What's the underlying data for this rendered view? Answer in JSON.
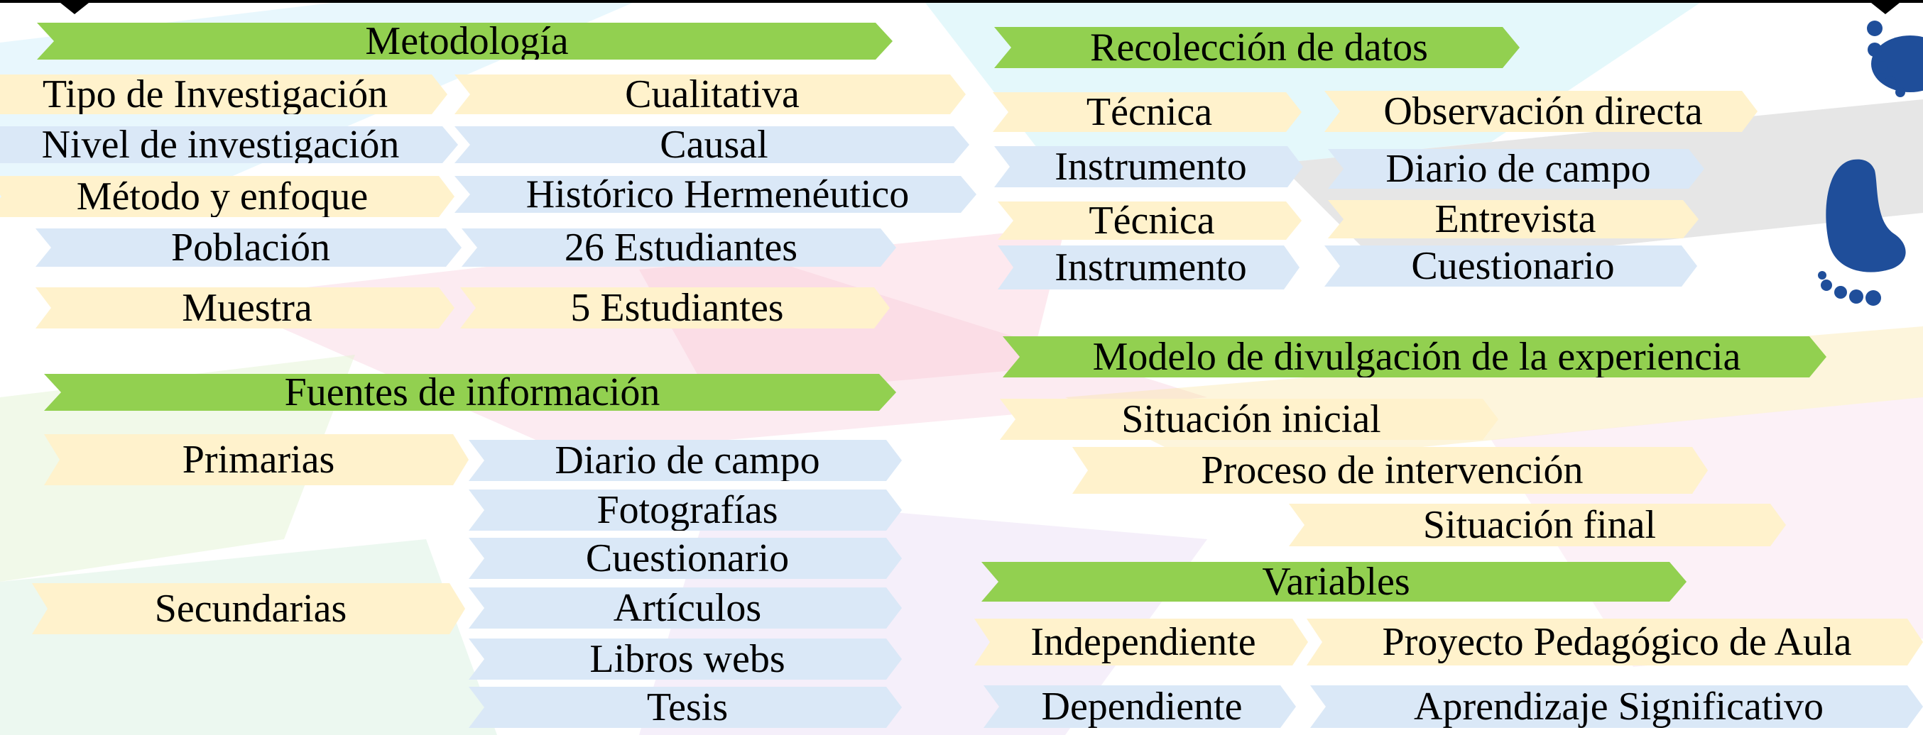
{
  "colors": {
    "header_fill": "#92D050",
    "yellow_fill": "#FFF2CC",
    "blue_fill": "#DAE8F7",
    "footprint": "#1F4E9A"
  },
  "metodologia": {
    "title": "Metodología",
    "rows": [
      {
        "label": "Tipo de Investigación",
        "value": "Cualitativa"
      },
      {
        "label": "Nivel de investigación",
        "value": "Causal"
      },
      {
        "label": "Método y enfoque",
        "value": "Histórico Hermenéutico"
      },
      {
        "label": "Población",
        "value": "26 Estudiantes"
      },
      {
        "label": "Muestra",
        "value": "5 Estudiantes"
      }
    ]
  },
  "fuentes": {
    "title": "Fuentes de información",
    "primarias": {
      "label": "Primarias",
      "items": [
        "Diario de campo",
        "Fotografías",
        "Cuestionario"
      ]
    },
    "secundarias": {
      "label": "Secundarias",
      "items": [
        "Artículos",
        "Libros webs",
        "Tesis"
      ]
    }
  },
  "recoleccion": {
    "title": "Recolección de datos",
    "rows": [
      {
        "label": "Técnica",
        "value": "Observación directa"
      },
      {
        "label": "Instrumento",
        "value": "Diario de campo"
      },
      {
        "label": "Técnica",
        "value": "Entrevista"
      },
      {
        "label": "Instrumento",
        "value": "Cuestionario"
      }
    ]
  },
  "divulgacion": {
    "title": "Modelo de divulgación de la experiencia",
    "steps": [
      "Situación inicial",
      "Proceso de intervención",
      "Situación final"
    ]
  },
  "variables": {
    "title": "Variables",
    "rows": [
      {
        "label": "Independiente",
        "value": "Proyecto Pedagógico de Aula"
      },
      {
        "label": "Dependiente",
        "value": "Aprendizaje Significativo"
      }
    ]
  }
}
